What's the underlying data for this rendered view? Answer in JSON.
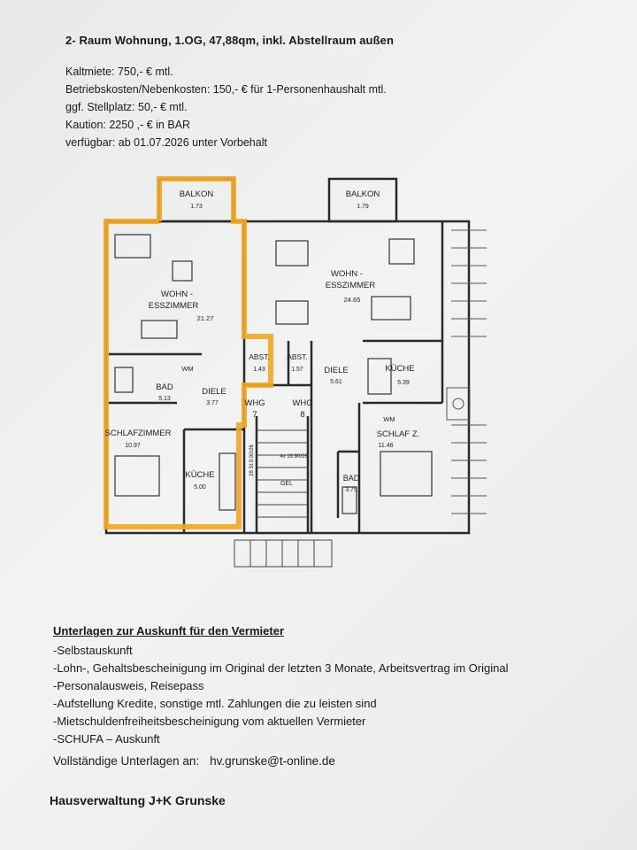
{
  "heading": "2- Raum Wohnung, 1.OG, 47,88qm, inkl. Abstellraum außen",
  "facts": [
    "Kaltmiete: 750,- € mtl.",
    "Betriebskosten/Nebenkosten: 150,- € für 1-Personenhaushalt mtl.",
    "ggf. Stellplatz: 50,- € mtl.",
    "Kaution: 2250 ,- € in BAR",
    "verfügbar: ab 01.07.2026 unter Vorbehalt"
  ],
  "floorplan": {
    "highlight_color": "#f5a623",
    "wall_color": "#2a2a2a",
    "rooms": {
      "balkon_left": {
        "name": "BALKON",
        "area": "1.73"
      },
      "balkon_right": {
        "name": "BALKON",
        "area": "1.79"
      },
      "wohn_left": {
        "name1": "WOHN -",
        "name2": "ESSZIMMER",
        "area": "21.27"
      },
      "wohn_right": {
        "name1": "WOHN -",
        "name2": "ESSZIMMER",
        "area": "24.65"
      },
      "abst_left": {
        "name": "ABST.",
        "area": "1.43"
      },
      "abst_right": {
        "name": "ABST.",
        "area": "1.57"
      },
      "bad_left": {
        "name": "BAD",
        "area": "5.13"
      },
      "wm_left": "WM",
      "diele_left": {
        "name": "DIELE",
        "area": "3.77"
      },
      "diele_right": {
        "name": "DIELE",
        "area": "5.61"
      },
      "kueche_right": {
        "name": "KÜCHE",
        "area": "5.39"
      },
      "wm_right": "WM",
      "whg7": {
        "name": "WHG",
        "num": "7"
      },
      "whg8": {
        "name": "WHG",
        "num": "8"
      },
      "schlaf_left": {
        "name": "SCHLAFZIMMER",
        "area": "10.97"
      },
      "kueche_left": {
        "name": "KÜCHE",
        "area": "5.00"
      },
      "schlaf_right": {
        "name": "SCHLAF Z.",
        "area": "11.46"
      },
      "bad_right": {
        "name": "BAD",
        "area": "3.75"
      },
      "stair_a": "28 St.9.90/26",
      "stair_b": "4x 19.90/26",
      "gel": "GEL"
    }
  },
  "docs": {
    "title": "Unterlagen zur Auskunft für den Vermieter",
    "items": [
      "-Selbstauskunft",
      "-Lohn-, Gehaltsbescheinigung im Original der letzten 3 Monate, Arbeitsvertrag im Original",
      "-Personalausweis, Reisepass",
      "-Aufstellung Kredite, sonstige mtl. Zahlungen die zu leisten sind",
      "-Mietschuldenfreiheitsbescheinigung vom aktuellen Vermieter",
      "-SCHUFA – Auskunft"
    ]
  },
  "contact": {
    "label": "Vollständige Unterlagen an:",
    "email": "hv.grunske@t-online.de"
  },
  "company": "Hausverwaltung J+K Grunske"
}
